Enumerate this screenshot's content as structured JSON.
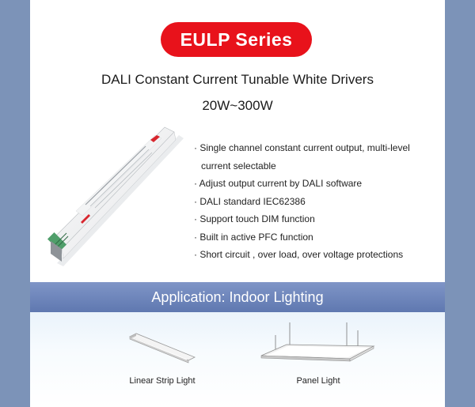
{
  "header": {
    "series_badge": "EULP Series",
    "subtitle": "DALI Constant Current Tunable White Drivers",
    "power_range": "20W~300W"
  },
  "features": [
    "· Single channel constant current output, multi-level",
    "current selectable",
    "· Adjust output current by DALI software",
    "· DALI standard IEC62386",
    "· Support touch DIM function",
    "· Built in active PFC function",
    "· Short circuit , over load, over voltage protections"
  ],
  "application": {
    "title": "Application: Indoor Lighting",
    "items": [
      {
        "label": "Linear Strip Light",
        "icon": "linear-strip-light-icon"
      },
      {
        "label": "Panel Light",
        "icon": "panel-light-icon"
      }
    ]
  },
  "colors": {
    "page_background": "#7c93b8",
    "badge": "#e8121b",
    "application_band": "#6e86bd"
  }
}
